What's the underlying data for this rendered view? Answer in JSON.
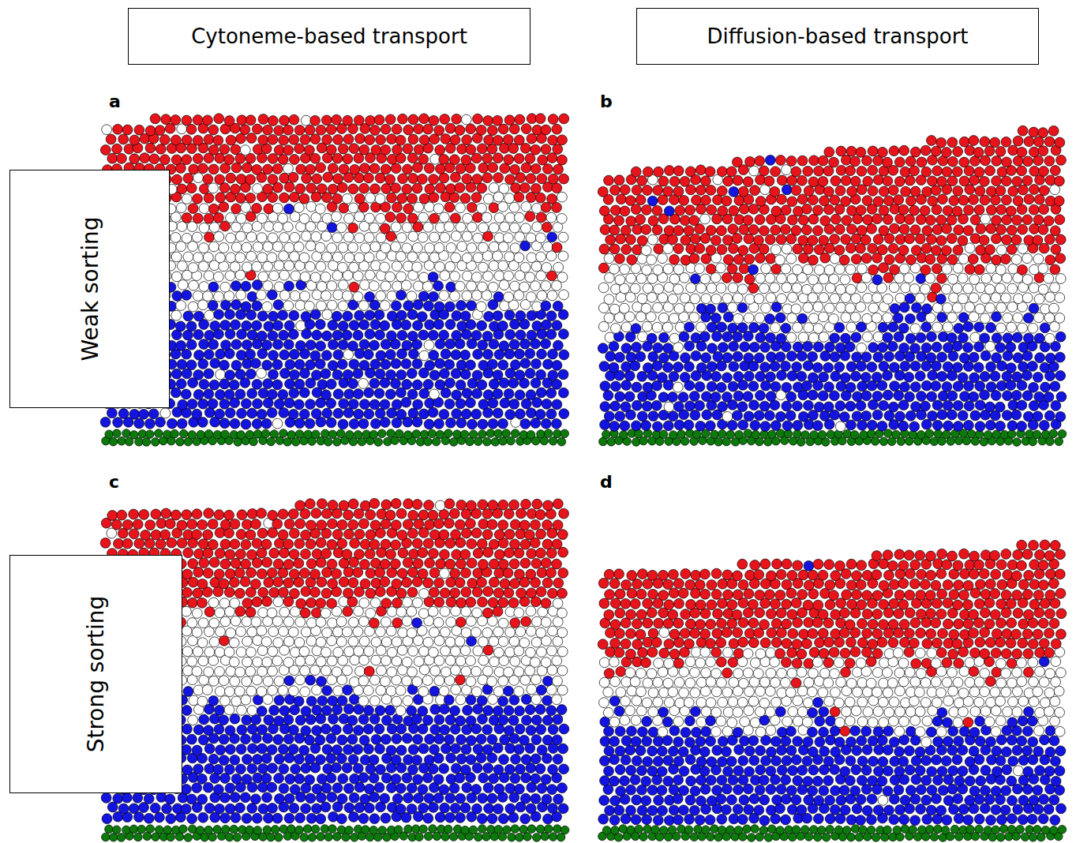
{
  "diagram": {
    "nodes": [
      {
        "text": [
          "Cytoneme-based transport"
        ]
      },
      {
        "text": [
          "Diffusion-based transport"
        ]
      },
      {
        "text": [
          "Weak sorting"
        ]
      },
      {
        "text": [
          "Strong sorting"
        ]
      }
    ],
    "labels": [
      "a",
      "b",
      "c",
      "d"
    ]
  }
}
